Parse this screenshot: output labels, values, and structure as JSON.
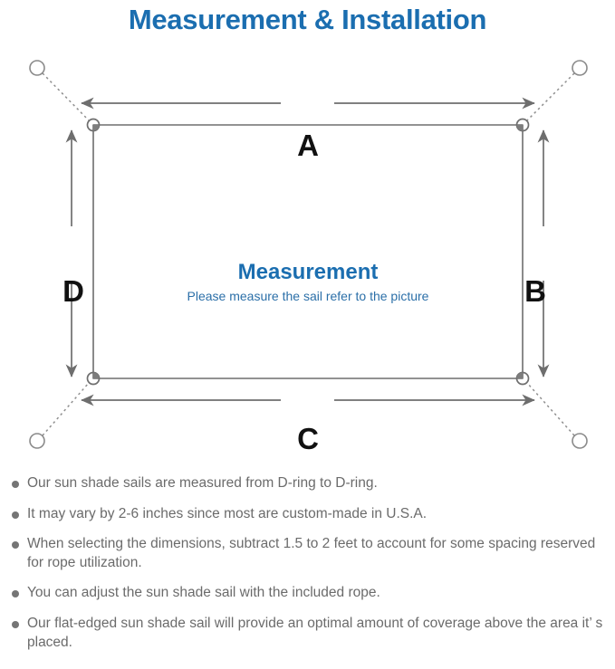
{
  "title": "Measurement & Installation",
  "colors": {
    "title_blue": "#1b6eb0",
    "subtitle_blue": "#2b6fa8",
    "line_gray": "#6e6e6e",
    "text_gray": "#6b6b6b",
    "label_black": "#111111",
    "background": "#ffffff"
  },
  "diagram": {
    "center_heading": "Measurement",
    "center_subtitle": "Please measure the sail refer to the picture",
    "dimension_labels": {
      "top": "A",
      "right": "B",
      "bottom": "C",
      "left": "D"
    },
    "icons": {
      "anchor_point": "anchor-ring-icon",
      "corner_ring": "d-ring-icon",
      "rope": "dashed-rope-line",
      "dimension_arrow": "double-arrow-icon"
    }
  },
  "notes": [
    "Our sun shade sails are measured from D-ring to D-ring.",
    "It may vary by 2-6 inches since most are custom-made in U.S.A.",
    "When selecting the dimensions, subtract 1.5 to 2 feet to account for some spacing reserved for rope utilization.",
    "You can adjust the sun shade sail with the included rope.",
    "Our flat-edged sun shade sail will provide an optimal amount of coverage above the area it’ s placed."
  ]
}
